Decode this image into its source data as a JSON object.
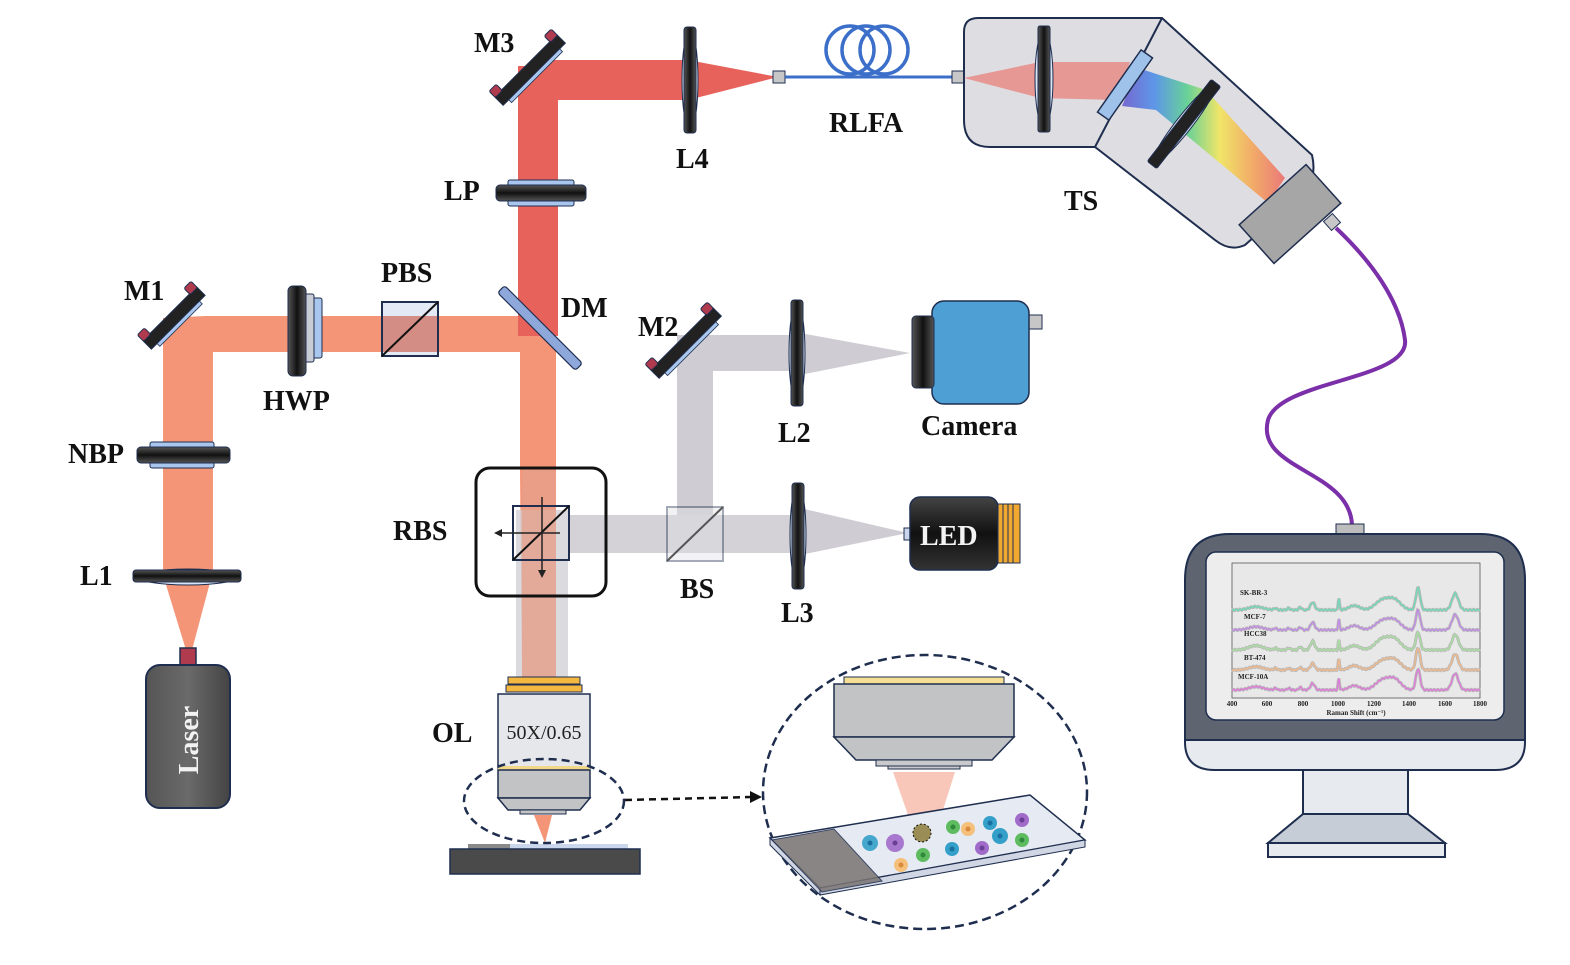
{
  "labels": {
    "m1": "M1",
    "m2": "M2",
    "m3": "M3",
    "hwp": "HWP",
    "pbs": "PBS",
    "dm": "DM",
    "lp": "LP",
    "nbp": "NBP",
    "l1": "L1",
    "l2": "L2",
    "l3": "L3",
    "l4": "L4",
    "rbs": "RBS",
    "bs": "BS",
    "ol": "OL",
    "objective_spec": "50X/0.65",
    "rlfa": "RLFA",
    "ts": "TS",
    "camera": "Camera",
    "led": "LED",
    "laser": "Laser"
  },
  "colors": {
    "excitation_beam": "#F59577",
    "raman_beam": "#E8625C",
    "white_light_beam": "#CFCDD3",
    "mount_dark": "#222222",
    "mirror_knob": "#B03A4E",
    "optic_glass": "#A9C7EE",
    "camera_body": "#4E9FD4",
    "fiber": "#3B6FC9",
    "signal_cable": "#7B2FA8",
    "led_fins": "#F0A830",
    "outline": "#1F2E4F"
  },
  "screen_chart": {
    "xlabel": "Raman Shift (cm⁻¹)",
    "x_ticks": [
      "400",
      "600",
      "800",
      "1000",
      "1200",
      "1400",
      "1600",
      "1800"
    ]
  },
  "chart_data": {
    "type": "line",
    "title": "",
    "xlabel": "Raman Shift (cm⁻¹)",
    "ylabel": "",
    "xlim": [
      400,
      1800
    ],
    "x_ticks": [
      400,
      600,
      800,
      1000,
      1200,
      1400,
      1600,
      1800
    ],
    "peaks_cm1": [
      535,
      645,
      720,
      785,
      855,
      1003,
      1090,
      1250,
      1320,
      1450,
      1660
    ],
    "series": [
      {
        "name": "SK-BR-3",
        "color": "#6FD9B8",
        "offset": 4,
        "peak_heights": [
          0.15,
          0.08,
          0.08,
          0.12,
          0.35,
          0.55,
          0.2,
          0.45,
          0.42,
          1.0,
          0.75
        ]
      },
      {
        "name": "MCF-7",
        "color": "#C28AE8",
        "offset": 3,
        "peak_heights": [
          0.15,
          0.08,
          0.08,
          0.12,
          0.35,
          0.5,
          0.2,
          0.42,
          0.4,
          0.9,
          0.7
        ]
      },
      {
        "name": "HCC38",
        "color": "#A8E0A0",
        "offset": 2,
        "peak_heights": [
          0.2,
          0.08,
          0.1,
          0.15,
          0.4,
          0.45,
          0.2,
          0.5,
          0.45,
          0.8,
          0.7
        ]
      },
      {
        "name": "BT-474",
        "color": "#F2B98A",
        "offset": 1,
        "peak_heights": [
          0.15,
          0.08,
          0.08,
          0.12,
          0.3,
          0.5,
          0.2,
          0.42,
          0.42,
          1.0,
          0.72
        ]
      },
      {
        "name": "MCF-10A",
        "color": "#E07ADB",
        "offset": 0,
        "peak_heights": [
          0.15,
          0.08,
          0.08,
          0.12,
          0.3,
          0.55,
          0.2,
          0.45,
          0.45,
          0.95,
          0.75
        ]
      }
    ]
  }
}
